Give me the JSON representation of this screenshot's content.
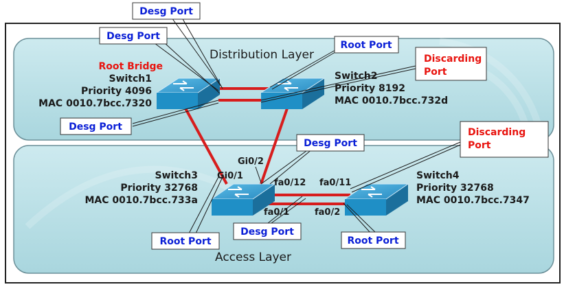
{
  "layers": {
    "distribution": "Distribution Layer",
    "access": "Access Layer"
  },
  "switches": {
    "switch1": {
      "role": "Root Bridge",
      "name": "Switch1",
      "priority": "Priority 4096",
      "mac": "MAC 0010.7bcc.7320"
    },
    "switch2": {
      "name": "Switch2",
      "priority": "Priority 8192",
      "mac": "MAC 0010.7bcc.732d"
    },
    "switch3": {
      "name": "Switch3",
      "priority": "Priority 32768",
      "mac": "MAC 0010.7bcc.733a"
    },
    "switch4": {
      "name": "Switch4",
      "priority": "Priority 32768",
      "mac": "MAC 0010.7bcc.7347"
    }
  },
  "ports": {
    "gi0_2": "Gi0/2",
    "gi0_1": "Gi0/1",
    "fa0_12": "fa0/12",
    "fa0_11": "fa0/11",
    "fa0_1": "fa0/1",
    "fa0_2": "fa0/2"
  },
  "callouts": {
    "desg_top": "Desg Port",
    "desg_left_upper": "Desg Port",
    "desg_left_lower": "Desg Port",
    "root_sw2": "Root Port",
    "discarding_sw2_line1": "Discarding",
    "discarding_sw2_line2": "Port",
    "desg_sw3_upper": "Desg Port",
    "discarding_sw4_line1": "Discarding",
    "discarding_sw4_line2": "Port",
    "root_sw3": "Root Port",
    "desg_sw3_lower": "Desg Port",
    "root_sw4": "Root Port"
  },
  "colors": {
    "link": "#d71d1d",
    "callout_blue": "#0a1fd6",
    "callout_red": "#e8140f",
    "panel_fill": "#bfe3e9",
    "switch_face": "#1f8fc6"
  },
  "icons": [
    "switch-icon"
  ]
}
